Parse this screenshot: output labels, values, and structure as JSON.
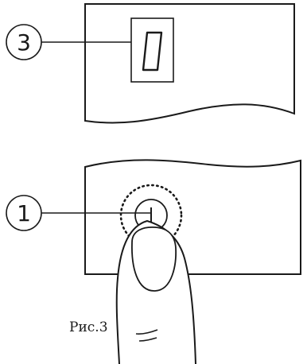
{
  "callouts": [
    {
      "number": "3",
      "target": "display"
    },
    {
      "number": "1",
      "target": "touch-button"
    }
  ],
  "display": {
    "digit": "0"
  },
  "button": {
    "symbol": "I"
  },
  "caption": "Рис.3",
  "colors": {
    "line": "#1a1a1a",
    "background": "#ffffff"
  }
}
